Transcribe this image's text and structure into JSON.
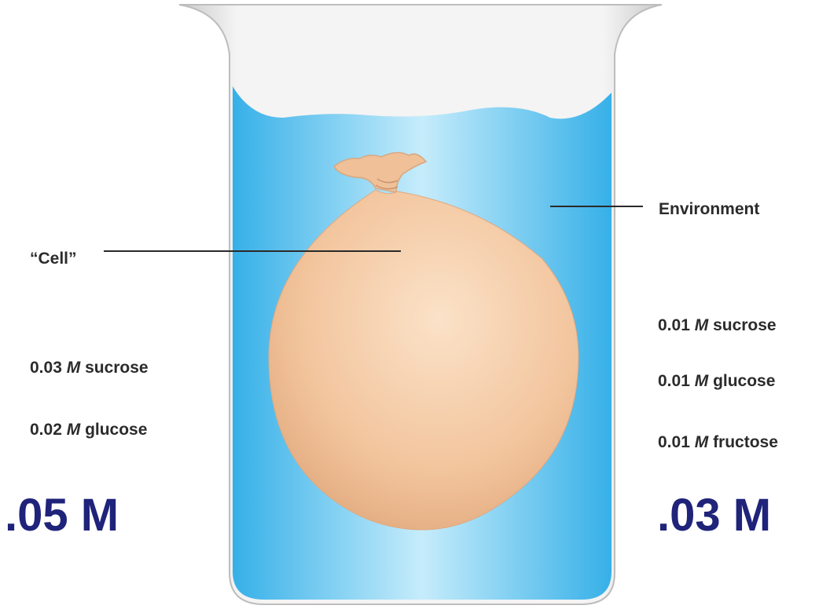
{
  "diagram": {
    "cell_label": "“Cell”",
    "environment_label": "Environment",
    "inside": [
      {
        "amount": "0.03",
        "unit": "M",
        "solute": "sucrose"
      },
      {
        "amount": "0.02",
        "unit": "M",
        "solute": "glucose"
      }
    ],
    "outside": [
      {
        "amount": "0.01",
        "unit": "M",
        "solute": "sucrose"
      },
      {
        "amount": "0.01",
        "unit": "M",
        "solute": "glucose"
      },
      {
        "amount": "0.01",
        "unit": "M",
        "solute": "fructose"
      }
    ],
    "inside_total": ".05 M",
    "outside_total": ".03 M"
  },
  "colors": {
    "water_edge": "#3fb6ea",
    "water_center": "#c6ecfb",
    "cell": "#f3c79f",
    "total_text": "#1f237a"
  }
}
